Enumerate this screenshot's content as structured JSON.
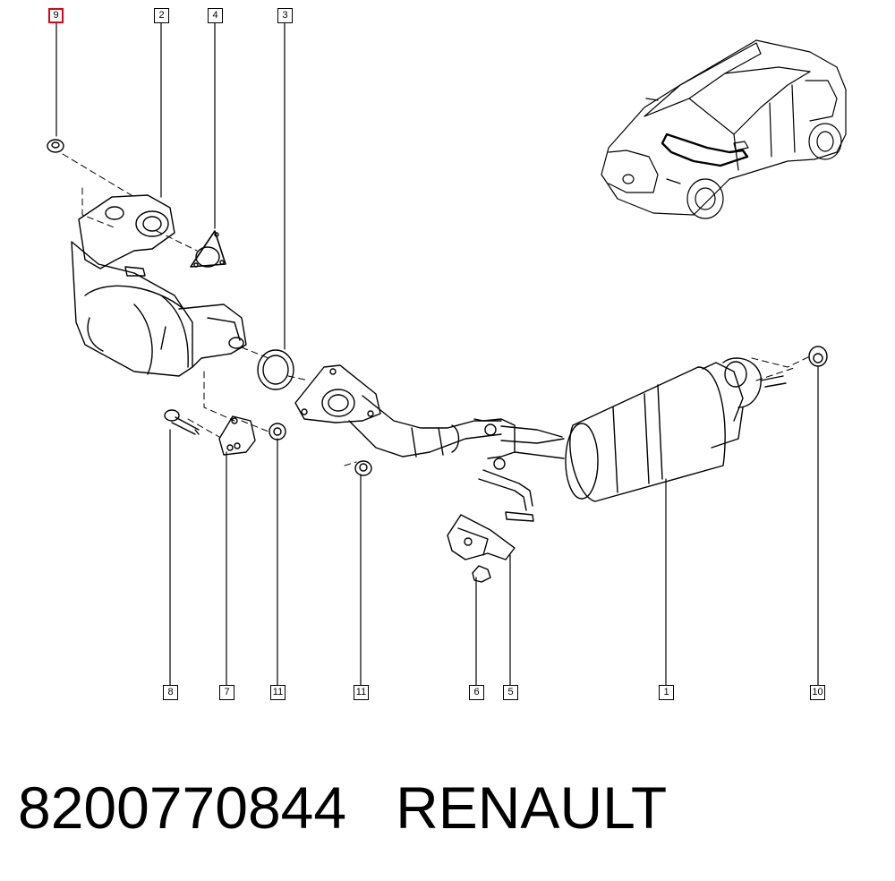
{
  "callouts": [
    {
      "label": "9",
      "highlight": true
    },
    {
      "label": "2"
    },
    {
      "label": "4"
    },
    {
      "label": "3"
    },
    {
      "label": "8"
    },
    {
      "label": "7"
    },
    {
      "label": "11"
    },
    {
      "label": "11"
    },
    {
      "label": "6"
    },
    {
      "label": "5"
    },
    {
      "label": "1"
    },
    {
      "label": "10"
    }
  ],
  "caption": {
    "part_number": "8200770844",
    "brand": "RENAULT"
  },
  "colors": {
    "line": "#000000",
    "highlight": "#e0001b",
    "background": "#ffffff"
  }
}
